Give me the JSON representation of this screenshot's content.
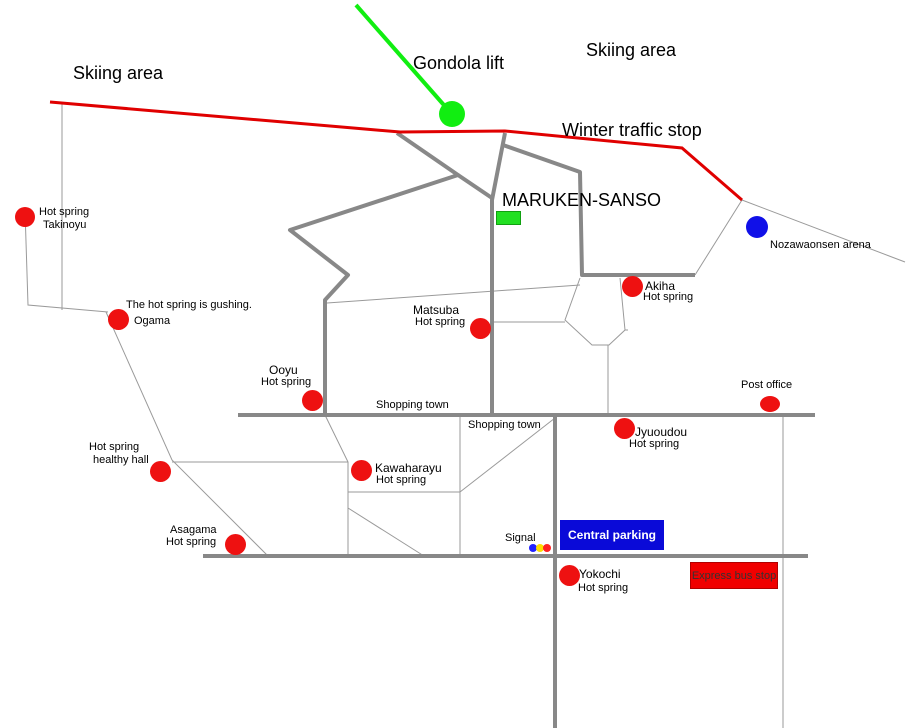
{
  "areas": {
    "skiing_left": "Skiing area",
    "skiing_right": "Skiing area",
    "gondola": "Gondola lift",
    "winter_stop": "Winter traffic stop"
  },
  "lodge": {
    "name": "MARUKEN-SANSO"
  },
  "places": {
    "takinoyu": {
      "line1": "Hot spring",
      "line2": "Takinoyu"
    },
    "ogama": {
      "line1": "The hot spring is gushing.",
      "line2": "Ogama"
    },
    "ooyu": {
      "line1": "Ooyu",
      "line2": "Hot spring"
    },
    "healthy": {
      "line1": "Hot spring",
      "line2": "healthy hall"
    },
    "asagama": {
      "line1": "Asagama",
      "line2": "Hot spring"
    },
    "matsuba": {
      "line1": "Matsuba",
      "line2": "Hot spring"
    },
    "kawaharayu": {
      "line1": "Kawaharayu",
      "line2": "Hot spring"
    },
    "akiha": {
      "line1": "Akiha",
      "line2": "Hot spring"
    },
    "jyuoudou": {
      "line1": "Jyuoudou",
      "line2": "Hot spring"
    },
    "yokochi": {
      "line1": "Yokochi",
      "line2": "Hot spring"
    },
    "nozawa_arena": "Nozawaonsen arena",
    "post_office": "Post office"
  },
  "streets": {
    "shopping_1": "Shopping town",
    "shopping_2": "Shopping town",
    "signal": "Signal"
  },
  "facilities": {
    "central_parking": "Central parking",
    "bus_stop": "Express bus stop"
  },
  "colors": {
    "hot_spring_marker": "#ee1111",
    "arena_marker": "#1010e8",
    "gondola": "#11ee11",
    "winter_road": "#e00000",
    "main_road": "#888888",
    "path": "#9a9a9a",
    "parking": "#0a0ad8",
    "bus_stop": "#f00000",
    "signal": [
      "#2222ff",
      "#ffdd00",
      "#ff2222"
    ]
  }
}
